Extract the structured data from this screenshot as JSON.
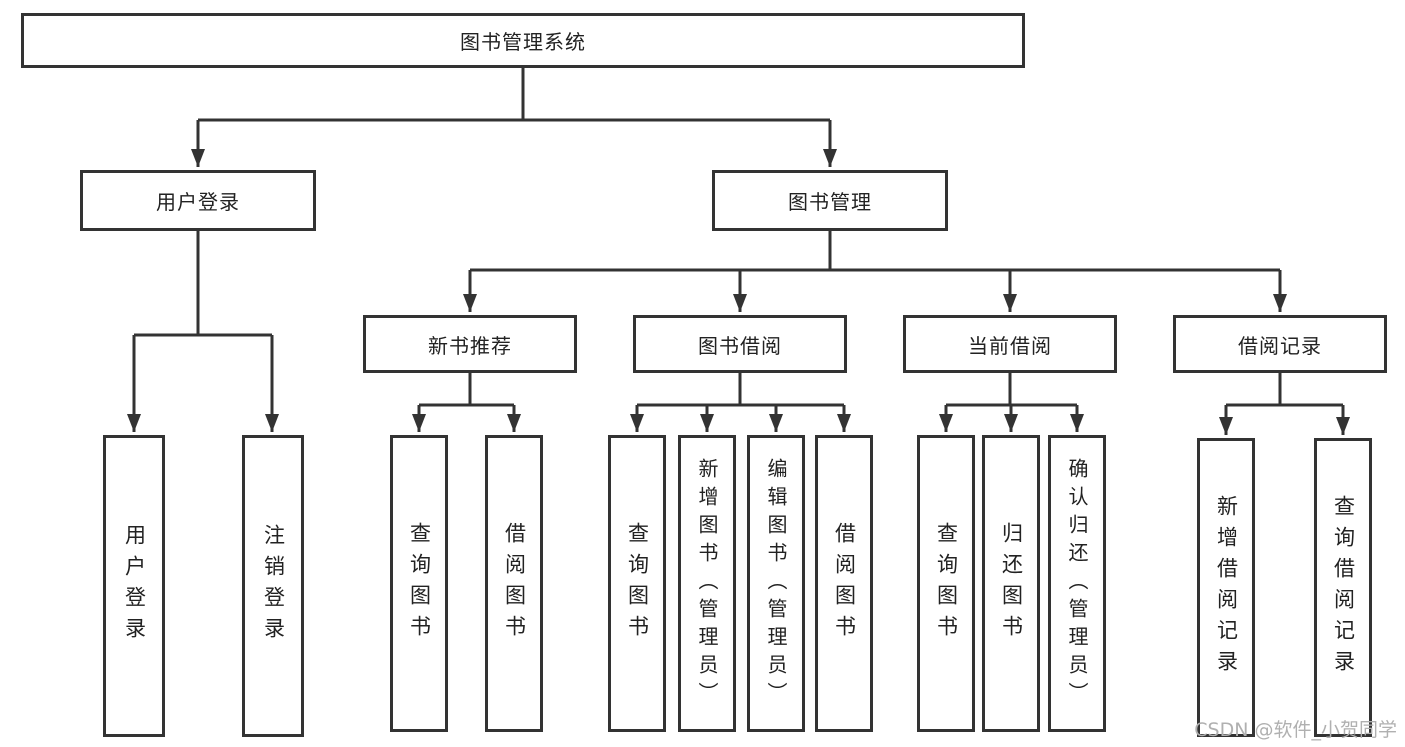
{
  "tree": {
    "root": {
      "label": "图书管理系统"
    },
    "branches": [
      {
        "label": "用户登录",
        "children": [
          {
            "label": "用户登录"
          },
          {
            "label": "注销登录"
          }
        ]
      },
      {
        "label": "图书管理",
        "children": [
          {
            "label": "新书推荐",
            "children": [
              {
                "label": "查询图书"
              },
              {
                "label": "借阅图书"
              }
            ]
          },
          {
            "label": "图书借阅",
            "children": [
              {
                "label": "查询图书"
              },
              {
                "label": "新增图书（管理员）"
              },
              {
                "label": "编辑图书（管理员）"
              },
              {
                "label": "借阅图书"
              }
            ]
          },
          {
            "label": "当前借阅",
            "children": [
              {
                "label": "查询图书"
              },
              {
                "label": "归还图书"
              },
              {
                "label": "确认归还（管理员）"
              }
            ]
          },
          {
            "label": "借阅记录",
            "children": [
              {
                "label": "新增借阅记录"
              },
              {
                "label": "查询借阅记录"
              }
            ]
          }
        ]
      }
    ]
  },
  "watermark": "CSDN @软件_小贺同学",
  "colors": {
    "line": "#333333",
    "box_border": "#333333",
    "text": "#222222",
    "watermark": "#b0b0b0",
    "background": "#ffffff"
  }
}
